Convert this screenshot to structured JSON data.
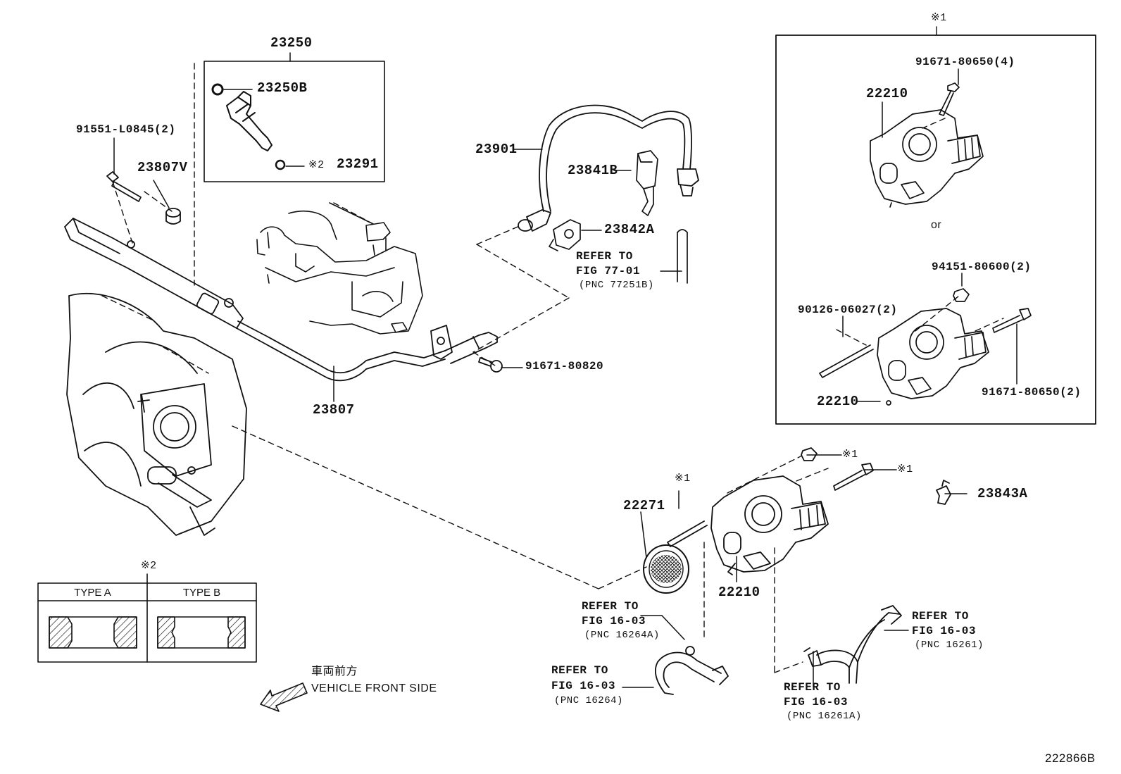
{
  "diagram_id": "222866B",
  "notes": {
    "mark1": "※1",
    "mark2": "※2",
    "or": "or"
  },
  "parts": {
    "p23250": "23250",
    "p23250b": "23250B",
    "p23291": "23291",
    "p91551": "91551-L0845(2)",
    "p23807v": "23807V",
    "p23807": "23807",
    "p23901": "23901",
    "p23841b": "23841B",
    "p23842a": "23842A",
    "p91671_80820": "91671-80820",
    "p91671_80650_4": "91671-80650(4)",
    "p22210_a": "22210",
    "p94151": "94151-80600(2)",
    "p90126": "90126-06027(2)",
    "p22210_b": "22210",
    "p91671_80650_2": "91671-80650(2)",
    "p22271": "22271",
    "p22210_c": "22210",
    "p23843a": "23843A"
  },
  "refs": {
    "fig77": {
      "line1": "REFER TO",
      "line2": "FIG 77-01",
      "line3": "(PNC 77251B)"
    },
    "fig16_a": {
      "line1": "REFER TO",
      "line2": "FIG 16-03",
      "line3": "(PNC 16264A)"
    },
    "fig16_b": {
      "line1": "REFER TO",
      "line2": "FIG 16-03",
      "line3": "(PNC 16264)"
    },
    "fig16_c": {
      "line1": "REFER TO",
      "line2": "FIG 16-03",
      "line3": "(PNC 16261)"
    },
    "fig16_d": {
      "line1": "REFER TO",
      "line2": "FIG 16-03",
      "line3": "(PNC 16261A)"
    }
  },
  "type_table": {
    "type_a": "TYPE A",
    "type_b": "TYPE B"
  },
  "front": {
    "japanese": "車両前方",
    "english": "VEHICLE FRONT SIDE"
  }
}
